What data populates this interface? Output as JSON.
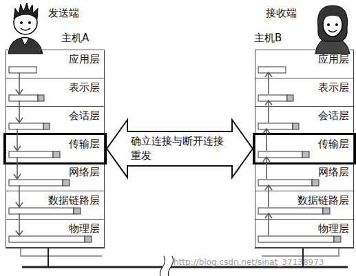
{
  "diagram": {
    "nodes": [
      {
        "text": [
          "主机A"
        ]
      },
      {
        "text": [
          "应用层"
        ],
        "in": 0
      },
      {
        "text": [
          "表示层"
        ],
        "in": 0
      },
      {
        "text": [
          "会话层"
        ],
        "in": 0
      },
      {
        "text": [
          "传输层"
        ],
        "in": 0
      },
      {
        "text": [
          "网络层"
        ],
        "in": 0
      },
      {
        "text": [
          "数据链路层"
        ],
        "in": 0
      },
      {
        "text": [
          "物理层"
        ],
        "in": 0
      },
      {
        "text": [
          "主机B"
        ]
      },
      {
        "text": [
          "应用层"
        ],
        "in": 8
      },
      {
        "text": [
          "表示层"
        ],
        "in": 8
      },
      {
        "text": [
          "会话层"
        ],
        "in": 8
      },
      {
        "text": [
          "传输层"
        ],
        "in": 8
      },
      {
        "text": [
          "网络层"
        ],
        "in": 8
      },
      {
        "text": [
          "数据链路层"
        ],
        "in": 8
      },
      {
        "text": [
          "物理层"
        ],
        "in": 8
      }
    ],
    "edges": [
      {
        "from": 4,
        "to": 12,
        "label": "确立连接与断开连接 重发",
        "arrow": "both"
      },
      {
        "from": 1,
        "to": 2,
        "arrow": "to"
      },
      {
        "from": 2,
        "to": 3,
        "arrow": "to"
      },
      {
        "from": 3,
        "to": 4,
        "arrow": "to"
      },
      {
        "from": 4,
        "to": 5,
        "arrow": "to"
      },
      {
        "from": 5,
        "to": 6,
        "arrow": "to"
      },
      {
        "from": 6,
        "to": 7,
        "arrow": "to"
      },
      {
        "from": 15,
        "to": 14,
        "arrow": "to"
      },
      {
        "from": 14,
        "to": 13,
        "arrow": "to"
      },
      {
        "from": 13,
        "to": 12,
        "arrow": "to"
      },
      {
        "from": 12,
        "to": 11,
        "arrow": "to"
      },
      {
        "from": 11,
        "to": 10,
        "arrow": "to"
      },
      {
        "from": 10,
        "to": 9,
        "arrow": "to"
      }
    ],
    "labels": [
      "发送端",
      "接收端",
      "http://blog.csdn.net/sinat_37138973"
    ]
  }
}
